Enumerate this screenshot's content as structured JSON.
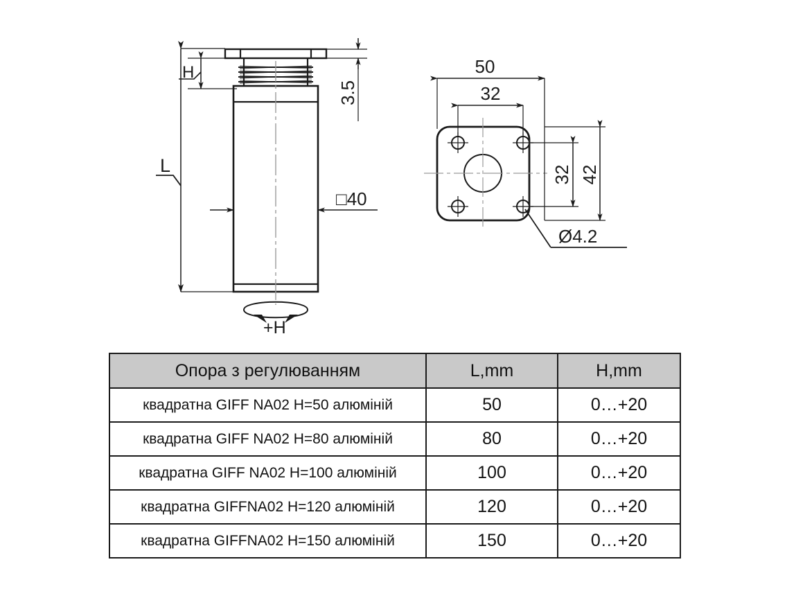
{
  "drawing": {
    "side_view": {
      "labels": {
        "overall_length": "L",
        "thread_height": "H",
        "flange_thickness": "3.5",
        "tube_section": "□40",
        "adjust_note": "+H"
      }
    },
    "top_view": {
      "labels": {
        "plate_width": "50",
        "hole_pitch_horizontal": "32",
        "hole_pitch_vertical": "32",
        "plate_height": "42",
        "hole_diameter": "Ø4.2"
      }
    },
    "colors": {
      "line": "#1a1a1a",
      "centerline": "#8a8a8a",
      "background": "#ffffff"
    }
  },
  "table": {
    "headers": {
      "name": "Опора з регулюванням",
      "length": "L,mm",
      "adjust": "H,mm"
    },
    "rows": [
      {
        "name": "квадратна GIFF NA02 H=50 алюміній",
        "length": "50",
        "adjust": "0…+20"
      },
      {
        "name": "квадратна GIFF NA02 H=80 алюміній",
        "length": "80",
        "adjust": "0…+20"
      },
      {
        "name": "квадратна GIFF NA02 H=100 алюміній",
        "length": "100",
        "adjust": "0…+20"
      },
      {
        "name": "квадратна GIFFNA02 H=120 алюміній",
        "length": "120",
        "adjust": "0…+20"
      },
      {
        "name": "квадратна GIFFNA02 H=150 алюміній",
        "length": "150",
        "adjust": "0…+20"
      }
    ],
    "header_background": "#c9c9c9"
  }
}
